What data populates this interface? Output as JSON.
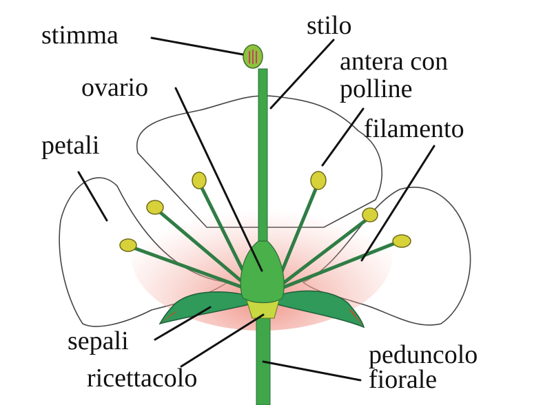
{
  "labels": {
    "stimma": "stimma",
    "stilo": "stilo",
    "antera_line1": "antera con",
    "antera_line2": "polline",
    "filamento": "filamento",
    "ovario": "ovario",
    "petali": "petali",
    "sepali": "sepali",
    "ricettacolo": "ricettacolo",
    "peduncolo_line1": "peduncolo",
    "peduncolo_line2": "fiorale"
  },
  "colors": {
    "stem_green": "#3fa64a",
    "dark_green": "#2f7d45",
    "anther_yellow": "#d8d23a",
    "pink": "#ef9a8e",
    "outline": "#333333"
  }
}
